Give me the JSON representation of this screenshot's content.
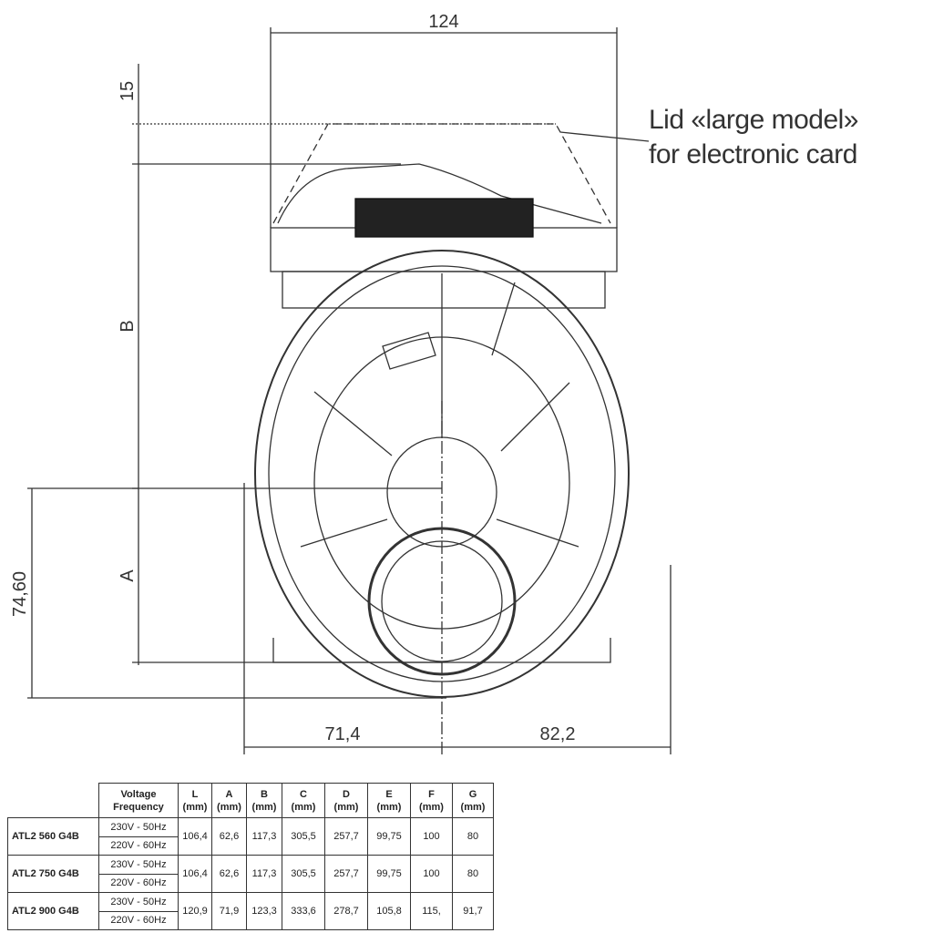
{
  "drawing": {
    "dimensions": {
      "top_width": "124",
      "lid_height": "15",
      "height_b": "B",
      "height_a": "A",
      "left_height": "74,60",
      "left_width": "71,4",
      "right_width": "82,2"
    },
    "lid_note": {
      "line1": "Lid «large model»",
      "line2": "for electronic card"
    }
  },
  "table": {
    "headers": [
      {
        "line1": "Voltage",
        "line2": "Frequency"
      },
      {
        "line1": "L",
        "line2": "(mm)"
      },
      {
        "line1": "A",
        "line2": "(mm)"
      },
      {
        "line1": "B",
        "line2": "(mm)"
      },
      {
        "line1": "C",
        "line2": "(mm)"
      },
      {
        "line1": "D",
        "line2": "(mm)"
      },
      {
        "line1": "E",
        "line2": "(mm)"
      },
      {
        "line1": "F",
        "line2": "(mm)"
      },
      {
        "line1": "G",
        "line2": "(mm)"
      }
    ],
    "rows": [
      {
        "model": "ATL2 560 G4B",
        "voltages": [
          "230V - 50Hz",
          "220V - 60Hz"
        ],
        "values": [
          "106,4",
          "62,6",
          "117,3",
          "305,5",
          "257,7",
          "99,75",
          "100",
          "80"
        ]
      },
      {
        "model": "ATL2 750 G4B",
        "voltages": [
          "230V - 50Hz",
          "220V - 60Hz"
        ],
        "values": [
          "106,4",
          "62,6",
          "117,3",
          "305,5",
          "257,7",
          "99,75",
          "100",
          "80"
        ]
      },
      {
        "model": "ATL2 900 G4B",
        "voltages": [
          "230V - 50Hz",
          "220V - 60Hz"
        ],
        "values": [
          "120,9",
          "71,9",
          "123,3",
          "333,6",
          "278,7",
          "105,8",
          "115,",
          "91,7"
        ]
      }
    ]
  }
}
